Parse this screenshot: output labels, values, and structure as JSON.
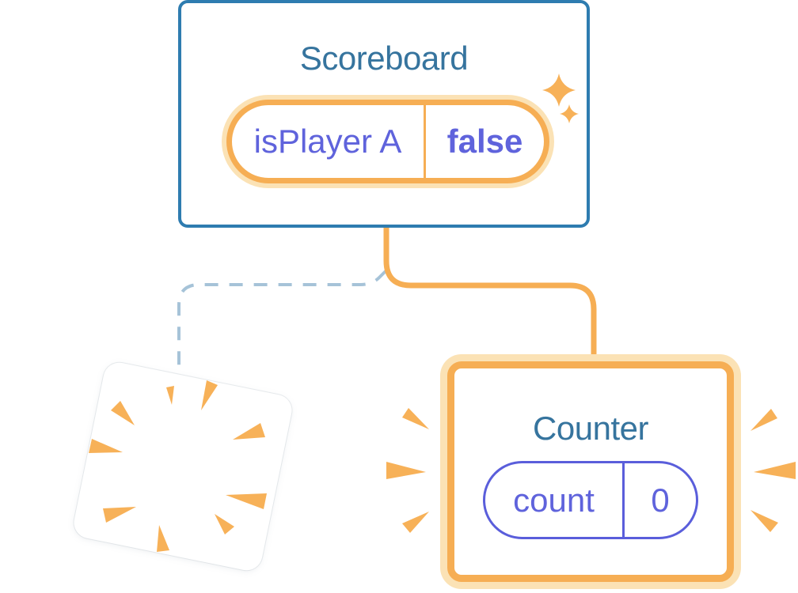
{
  "diagram": {
    "scoreboard": {
      "title": "Scoreboard",
      "state": {
        "name": "isPlayer A",
        "value": "false"
      }
    },
    "counter": {
      "title": "Counter",
      "state": {
        "name": "count",
        "value": "0"
      }
    },
    "connections": {
      "kept_branch": "solid-orange-elbow-to-counter",
      "destroyed_branch": "dashed-blue-elbow-to-poof"
    },
    "decorations": {
      "sparkles": "two-four-point-stars-top-right-of-scoreboard-pill",
      "poof": "tilted-white-card-with-orange-burst-rays",
      "emphasis": "orange-rays-left-and-right-of-counter-card"
    }
  },
  "colors": {
    "background": "#ffffff",
    "card_border_blue": "#2e7cb0",
    "title_teal": "#36749e",
    "orange": "#f6ae54",
    "orange_halo": "#fbe2b5",
    "ray_orange": "#f7b158",
    "purple_text": "#5f63dc",
    "purple_border": "#5a5edb",
    "dash_blue": "#a6c3d8"
  }
}
